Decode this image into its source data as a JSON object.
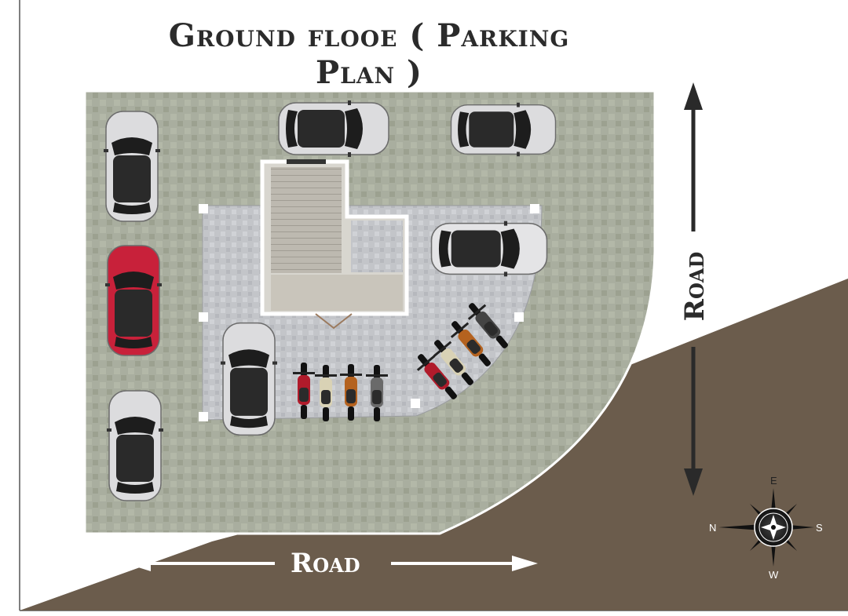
{
  "title": "Ground flooe ( Parking Plan )",
  "road_labels": {
    "bottom": "Road",
    "right": "Road"
  },
  "compass": {
    "top": "E",
    "left": "N",
    "right": "S",
    "bottom": "W"
  },
  "colors": {
    "ground": "#6b5c4c",
    "paving": "#a6ab9c",
    "plaza": "#c5c7cb",
    "car_silver": "#dcdcde",
    "car_red": "#c8213a",
    "arrow_dark": "#2a2a2a"
  },
  "icons": [
    "car-icon",
    "motorbike-icon",
    "compass-rose-icon",
    "arrow-icon"
  ]
}
